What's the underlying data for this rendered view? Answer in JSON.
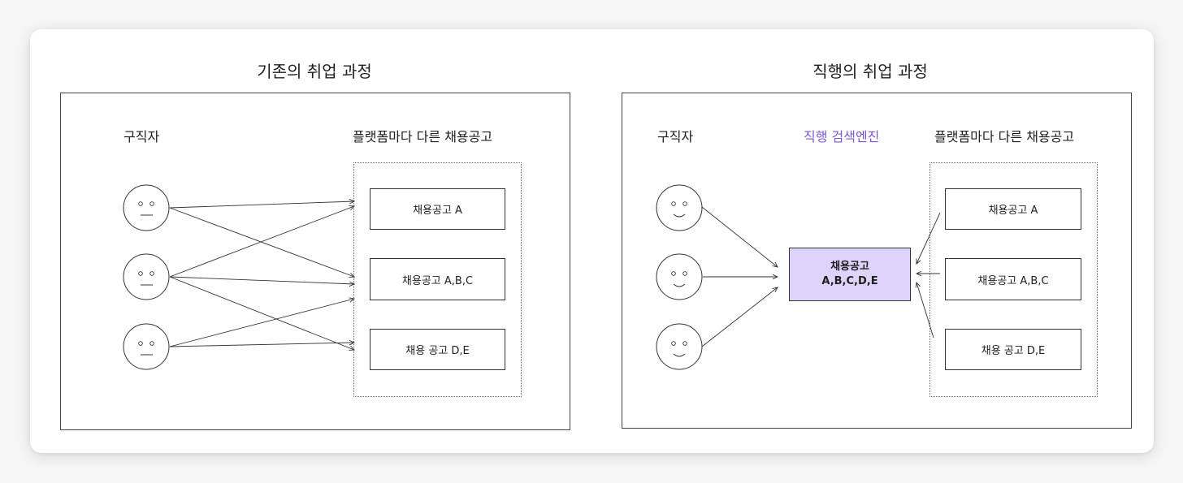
{
  "left": {
    "title": "기존의 취업 과정",
    "seeker_label": "구직자",
    "platform_label": "플랫폼마다 다른 채용공고",
    "jobs": [
      "채용공고 A",
      "채용공고 A,B,C",
      "채용 공고 D,E"
    ]
  },
  "right": {
    "title": "직행의 취업 과정",
    "seeker_label": "구직자",
    "engine_label": "직행 검색엔진",
    "platform_label": "플랫폼마다 다른 채용공고",
    "engine_box": [
      "채용공고",
      "A,B,C,D,E"
    ],
    "jobs": [
      "채용공고 A",
      "채용공고 A,B,C",
      "채용 공고 D,E"
    ]
  },
  "colors": {
    "accent": "#7b56d6",
    "engine_fill": "#ddd3fb",
    "line": "#333333"
  },
  "icons": {
    "neutral_face": "neutral-face-icon",
    "smiling_face": "smiling-face-icon"
  }
}
